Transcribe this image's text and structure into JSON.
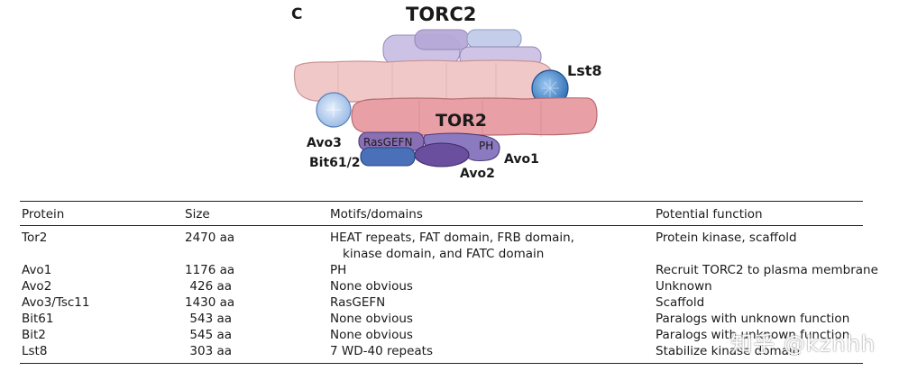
{
  "figure": {
    "panel_letter": "C",
    "title": "TORC2",
    "labels": {
      "lst8": "Lst8",
      "tor2": "TOR2",
      "avo3": "Avo3",
      "rasgefn": "RasGEFN",
      "ph": "PH",
      "avo1": "Avo1",
      "bit": "Bit61/2",
      "avo2": "Avo2"
    },
    "colors": {
      "tor_upper": "#f0c9c8",
      "tor2": "#e79aa0",
      "lavender": "#c7bde3",
      "lilac": "#c2b0d8",
      "lst8": "#3a7fc3",
      "avo3_sphere": "#a9c7ec",
      "avo3": "#8a6fb5",
      "avo1": "#8c7ac0",
      "avo2": "#6a4f9e",
      "bit": "#4a70ba"
    }
  },
  "table": {
    "headers": {
      "protein": "Protein",
      "size": "Size",
      "motifs": "Motifs/domains",
      "function": "Potential function"
    },
    "rows": [
      {
        "protein": "Tor2",
        "size": "2470 aa",
        "motifs": "HEAT repeats, FAT domain, FRB domain,",
        "motifs2": "kinase domain, and FATC domain",
        "function": "Protein kinase, scaffold"
      },
      {
        "protein": "Avo1",
        "size": "1176 aa",
        "motifs": "PH",
        "function": "Recruit TORC2 to plasma membrane"
      },
      {
        "protein": "Avo2",
        "size": "426 aa",
        "motifs": "None obvious",
        "function": "Unknown"
      },
      {
        "protein": "Avo3/Tsc11",
        "size": "1430 aa",
        "motifs": "RasGEFN",
        "function": "Scaffold"
      },
      {
        "protein": "Bit61",
        "size": "543 aa",
        "motifs": "None obvious",
        "function": "Paralogs with unknown function"
      },
      {
        "protein": "Bit2",
        "size": "545 aa",
        "motifs": "None obvious",
        "function": "Paralogs with unknown function"
      },
      {
        "protein": "Lst8",
        "size": "303 aa",
        "motifs": "7 WD-40 repeats",
        "function": "Stabilize kinase domain"
      }
    ]
  },
  "watermark": "知乎 @kzhhh"
}
